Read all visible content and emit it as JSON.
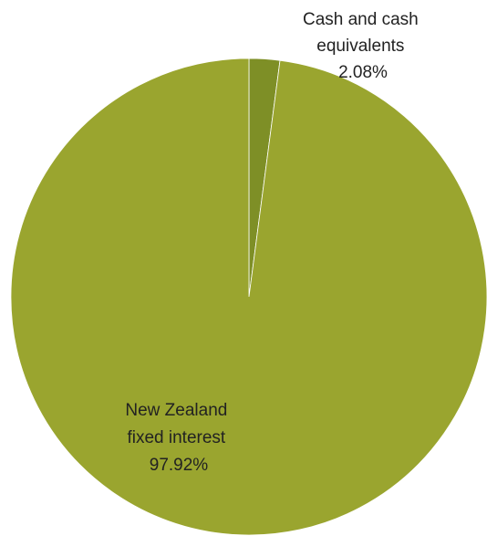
{
  "chart_data": {
    "type": "pie",
    "slices": [
      {
        "label_lines": [
          "Cash and cash",
          "equivalents"
        ],
        "value_text": "2.08%",
        "value": 2.08,
        "color": "#7e8f26"
      },
      {
        "label_lines": [
          "New Zealand",
          "fixed interest"
        ],
        "value_text": "97.92%",
        "value": 97.92,
        "color": "#9aa52f"
      }
    ],
    "start_angle_deg": 0,
    "direction": "clockwise",
    "legend": "none",
    "label_color": "#222222"
  }
}
